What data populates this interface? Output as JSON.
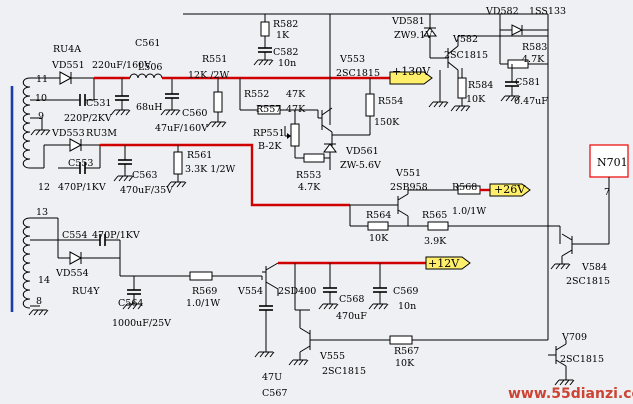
{
  "labels": {
    "RU4A": "RU4A",
    "C561": "C561",
    "VD551": "VD551",
    "C561_val": "220uF/160V",
    "R551": "R551",
    "R551_val": "12K /2W",
    "R582": "R582",
    "R582_val": "1K",
    "C582": "C582",
    "C582_val": "10n",
    "VD581": "VD581",
    "VD581_val": "ZW9.1V",
    "V582": "V582",
    "V582_val": "2SC1815",
    "VD582": "VD582",
    "VD582_val": "1SS133",
    "R583": "R583",
    "R583_val": "4.7K",
    "R584": "R584",
    "R584_val": "10K",
    "C581": "C581",
    "C581_val": "0.47uF",
    "V553": "V553",
    "V553_val": "2SC1815",
    "out130": "+130V",
    "pin11": "11",
    "pin10": "10",
    "pin9": "9",
    "pin12": "12",
    "pin13": "13",
    "pin14": "14",
    "pin8": "8",
    "C531": "C531",
    "C531_val": "220P/2KV",
    "L506": "L506",
    "L506_val": "68uH",
    "C560": "C560",
    "C560_val": "47uF/160V",
    "R552": "R552",
    "R552_val": "47K",
    "R557": "R557",
    "R557_val": "47K",
    "R554": "R554",
    "R554_val": "150K",
    "VD553": "VD553",
    "RU3M": "RU3M",
    "C553": "C553",
    "C553_val": "470P/1KV",
    "C563": "C563",
    "C563_val": "470uF/35V",
    "R561": "R561",
    "R561_val": "3.3K 1/2W",
    "RP551": "RP551",
    "RP551_val": "B-2K",
    "VD561": "VD561",
    "VD561_val": "ZW-5.6V",
    "R553": "R553",
    "R553_val": "4.7K",
    "V551": "V551",
    "V551_val": "2SB958",
    "R568": "R568",
    "R568_val": "1.0/1W",
    "out26": "+26V",
    "R564": "R564",
    "R564_val": "10K",
    "R565": "R565",
    "R565_val": "3.9K",
    "N701": "N701",
    "pin7": "7",
    "C554": "C554",
    "C554_val": "470P/1KV",
    "VD554": "VD554",
    "VD554_val": "RU4Y",
    "C564": "C564",
    "C564_val": "1000uF/25V",
    "R569": "R569",
    "R569_val": "1.0/1W",
    "V554": "V554",
    "V554_val": "2SD400",
    "out12": "+12V",
    "C568": "C568",
    "C568_val": "470uF",
    "C569": "C569",
    "C569_val": "10n",
    "V584": "V584",
    "V584_val": "2SC1815",
    "V555": "V555",
    "V555_val": "2SC1815",
    "R567": "R567",
    "R567_val": "10K",
    "C567": "C567",
    "C567_val": "47U",
    "V709": "V709",
    "V709_val": "2SC1815",
    "watermark": "www.55dianzi.com"
  }
}
